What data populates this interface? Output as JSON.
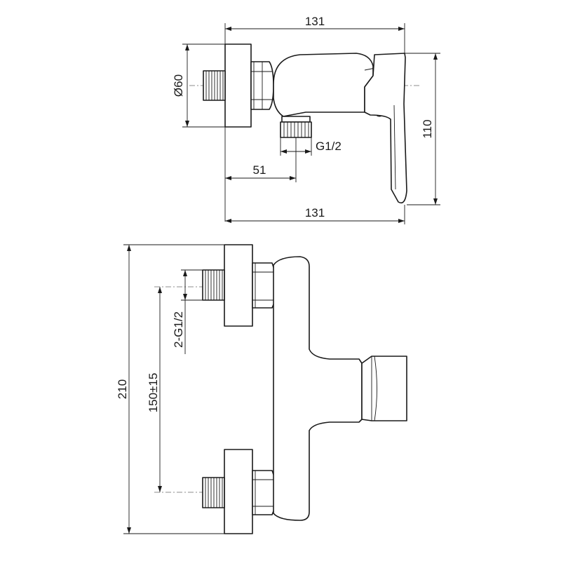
{
  "dimensions": {
    "top_width": "131",
    "diameter": "Ø60",
    "height_side": "110",
    "outlet_thread": "G1/2",
    "offset": "51",
    "bottom_width": "131",
    "total_height": "210",
    "center_distance": "150±15",
    "inlet_thread": "2-G1/2"
  }
}
